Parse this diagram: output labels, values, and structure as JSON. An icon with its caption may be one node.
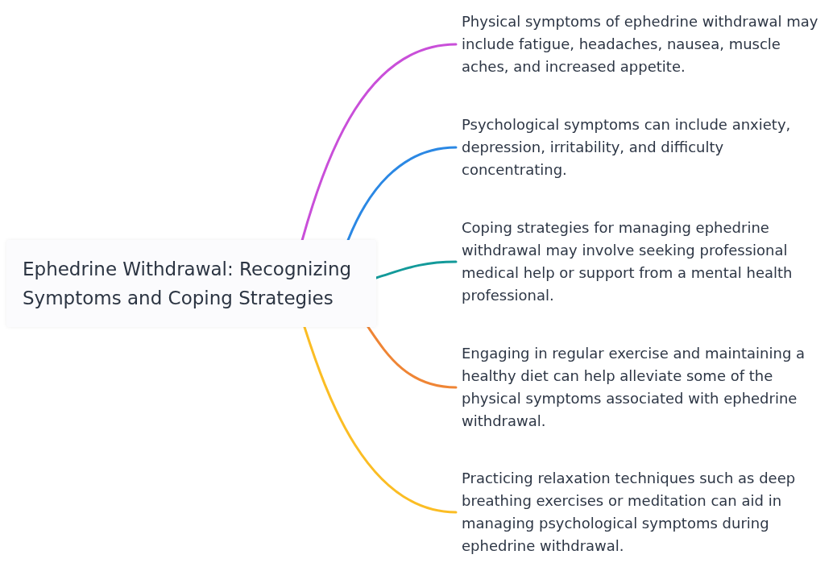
{
  "diagram": {
    "nodes": [
      {
        "text": [
          "Ephedrine Withdrawal: Recognizing Symptoms and Coping Strategies"
        ]
      },
      {
        "text": [
          "Physical symptoms of ephedrine withdrawal may include fatigue, headaches, nausea, muscle aches, and increased appetite."
        ]
      },
      {
        "text": [
          "Psychological symptoms can include anxiety, depression, irritability, and difficulty concentrating."
        ]
      },
      {
        "text": [
          "Coping strategies for managing ephedrine withdrawal may involve seeking professional medical help or support from a mental health professional."
        ]
      },
      {
        "text": [
          "Engaging in regular exercise and maintaining a healthy diet can help alleviate some of the physical symptoms associated with ephedrine withdrawal."
        ]
      },
      {
        "text": [
          "Practicing relaxation techniques such as deep breathing exercises or meditation can aid in managing psychological symptoms during ephedrine withdrawal."
        ]
      }
    ],
    "edges": [
      {
        "from": 0,
        "to": 1,
        "arrow": "none",
        "color": "#c94fd9"
      },
      {
        "from": 0,
        "to": 2,
        "arrow": "none",
        "color": "#2b88e4"
      },
      {
        "from": 0,
        "to": 3,
        "arrow": "none",
        "color": "#139a9a"
      },
      {
        "from": 0,
        "to": 4,
        "arrow": "none",
        "color": "#ef8535"
      },
      {
        "from": 0,
        "to": 5,
        "arrow": "none",
        "color": "#fbbd24"
      }
    ]
  }
}
